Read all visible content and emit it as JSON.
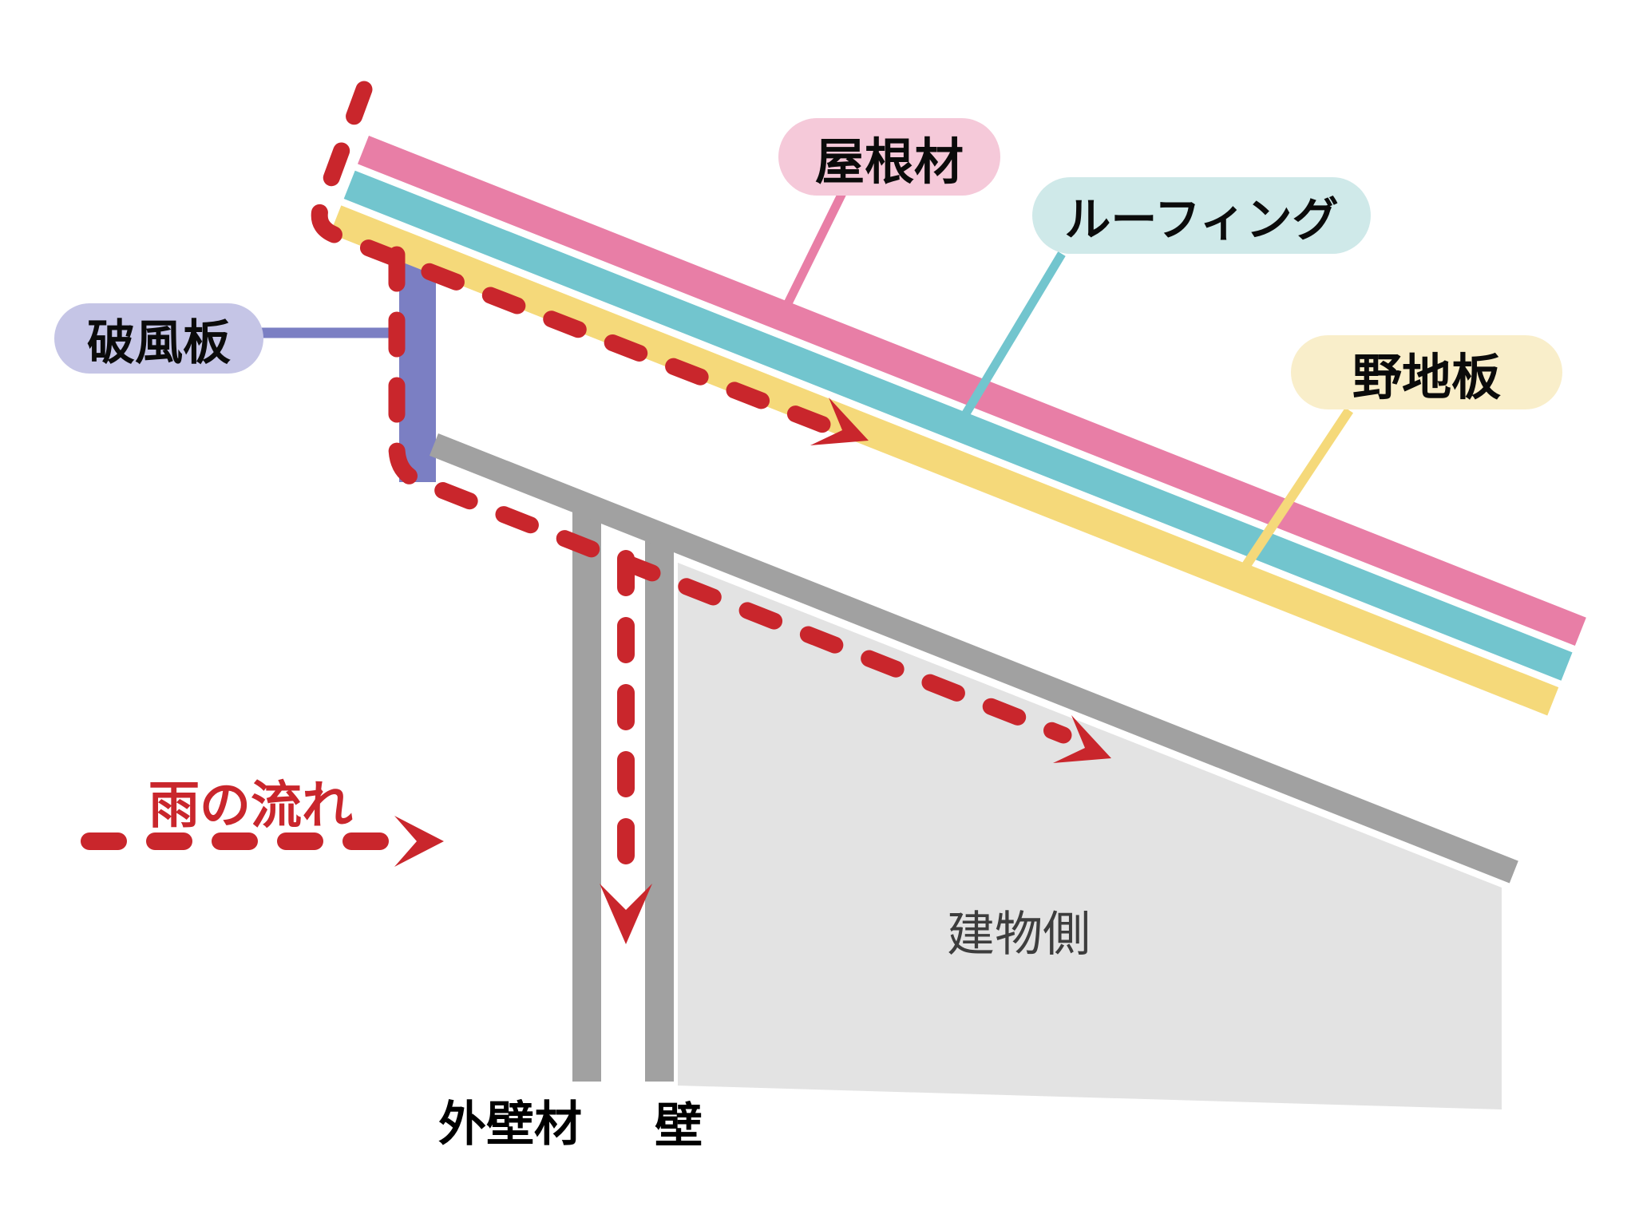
{
  "labels": {
    "roof_material": "屋根材",
    "roofing": "ルーフィング",
    "sheathing": "野地板",
    "bargeboard": "破風板",
    "rain_flow": "雨の流れ",
    "exterior_wall": "外壁材",
    "wall": "壁",
    "building_side": "建物側"
  },
  "colors": {
    "red": "#c9262c",
    "pink": "#e87ea6",
    "pink_light": "#f5c9d9",
    "teal": "#72c5ce",
    "teal_light": "#cfe9e9",
    "yellow": "#f5d97a",
    "yellow_light": "#f9eeca",
    "purple": "#7b7fc3",
    "purple_light": "#c5c5e6",
    "gray": "#a1a1a1",
    "gray_light": "#e3e3e3",
    "text_dark": "#3d3d3d"
  }
}
